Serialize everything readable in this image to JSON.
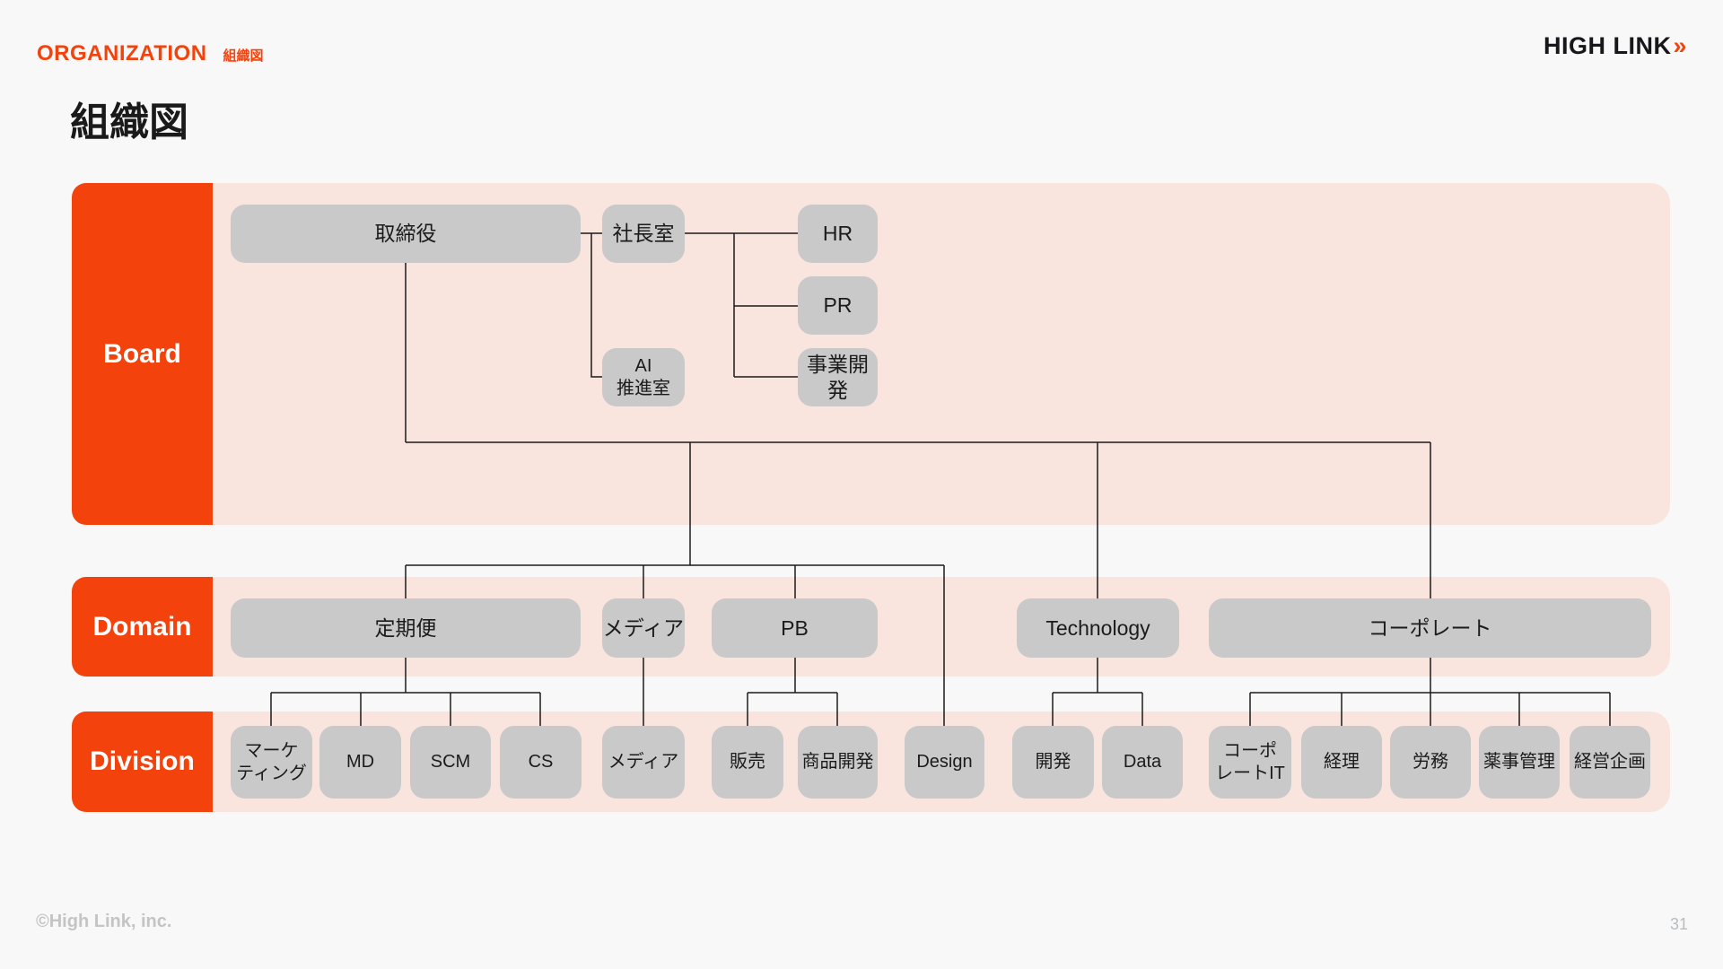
{
  "header": {
    "section_label": "ORGANIZATION",
    "section_sublabel": "組織図",
    "logo_text": "HIGH LINK",
    "logo_mark": "»"
  },
  "title": "組織図",
  "colors": {
    "accent_orange": "#f4420d",
    "band_pink": "#fae5de",
    "node_gray": "#c9c9ca",
    "background": "#f8f8f8",
    "line": "#1a1a1a"
  },
  "chart": {
    "type": "org-chart",
    "rows": [
      {
        "id": "board",
        "label": "Board"
      },
      {
        "id": "domain",
        "label": "Domain"
      },
      {
        "id": "division",
        "label": "Division"
      }
    ],
    "nodes": {
      "board": {
        "directors": "取締役",
        "presidents_office": "社長室",
        "hr": "HR",
        "pr": "PR",
        "ai_promotion": "AI\n推進室",
        "business_dev": "事業開発"
      },
      "domain": {
        "subscription": "定期便",
        "media": "メディア",
        "pb": "PB",
        "technology": "Technology",
        "corporate": "コーポレート"
      },
      "division": {
        "marketing": "マーケ\nティング",
        "md": "MD",
        "scm": "SCM",
        "cs": "CS",
        "media": "メディア",
        "sales": "販売",
        "product_dev": "商品開発",
        "design": "Design",
        "development": "開発",
        "data": "Data",
        "corporate_it": "コーポ\nレートIT",
        "accounting": "経理",
        "labor": "労務",
        "pharma": "薬事管理",
        "planning": "経営企画"
      }
    }
  },
  "footer": {
    "copyright": "©High Link, inc.",
    "page_number": "31"
  }
}
